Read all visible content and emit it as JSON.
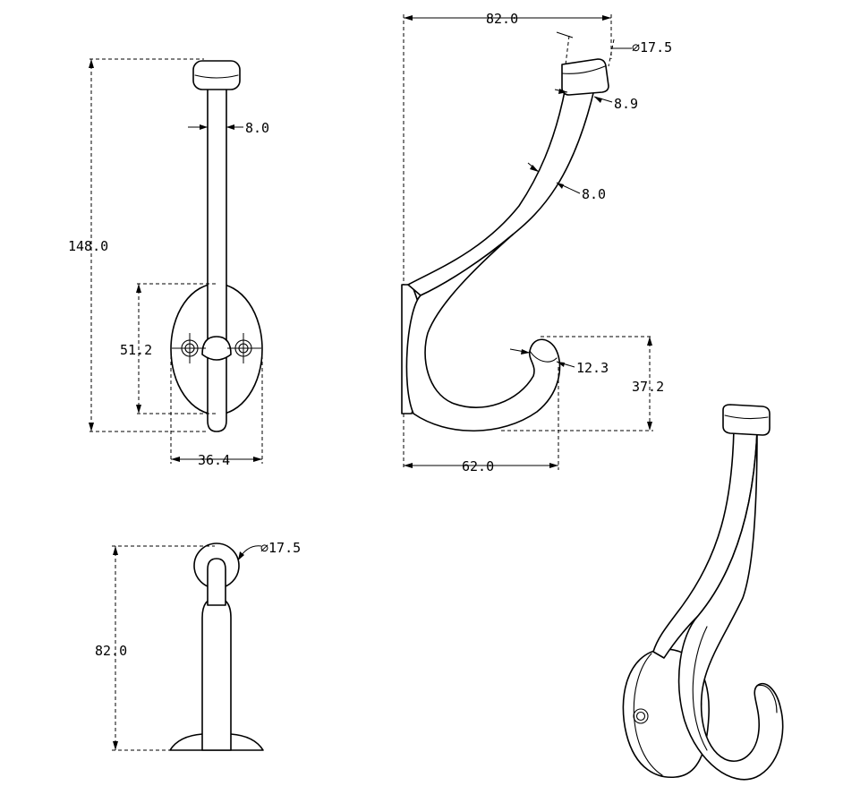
{
  "drawing": {
    "front_view": {
      "height_label": "148.0",
      "shank_label": "8.0",
      "plate_height_label": "51.2",
      "plate_width_label": "36.4"
    },
    "side_view": {
      "width_label": "82.0",
      "cap_diameter_label": "⌀17.5",
      "neck_label": "8.9",
      "arm_label": "8.0",
      "tip_label": "12.3",
      "tip_height_label": "37.2",
      "reach_label": "62.0"
    },
    "top_view": {
      "cap_diameter_label": "⌀17.5",
      "height_label": "82.0"
    }
  }
}
